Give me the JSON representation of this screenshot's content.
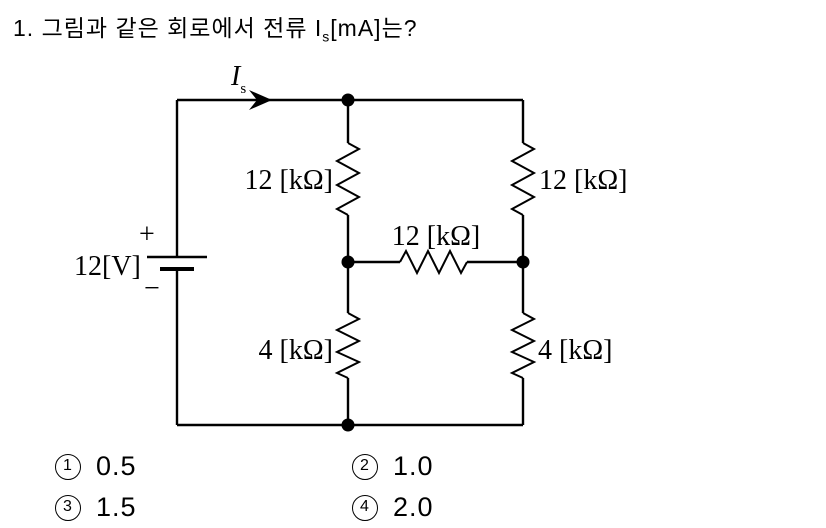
{
  "question": {
    "text_before_symbol": "1. 그림과 같은 회로에서 전류 I",
    "symbol_subscript": "s",
    "text_after_symbol": "[mA]는?"
  },
  "circuit": {
    "current_arrow_label": {
      "base": "I",
      "subscript": "s"
    },
    "voltage_source": {
      "label": "12[V]",
      "plus_sign": "+",
      "minus_sign": "−"
    },
    "resistor_labels": {
      "upper_left": "12 [kΩ]",
      "upper_right": "12 [kΩ]",
      "middle": "12 [kΩ]",
      "lower_left": "4 [kΩ]",
      "lower_right": "4 [kΩ]"
    }
  },
  "choices": [
    {
      "number": "1",
      "value": "0.5"
    },
    {
      "number": "2",
      "value": "1.0"
    },
    {
      "number": "3",
      "value": "1.5"
    },
    {
      "number": "4",
      "value": "2.0"
    }
  ],
  "colors": {
    "ink": "#000000",
    "background": "#ffffff"
  }
}
